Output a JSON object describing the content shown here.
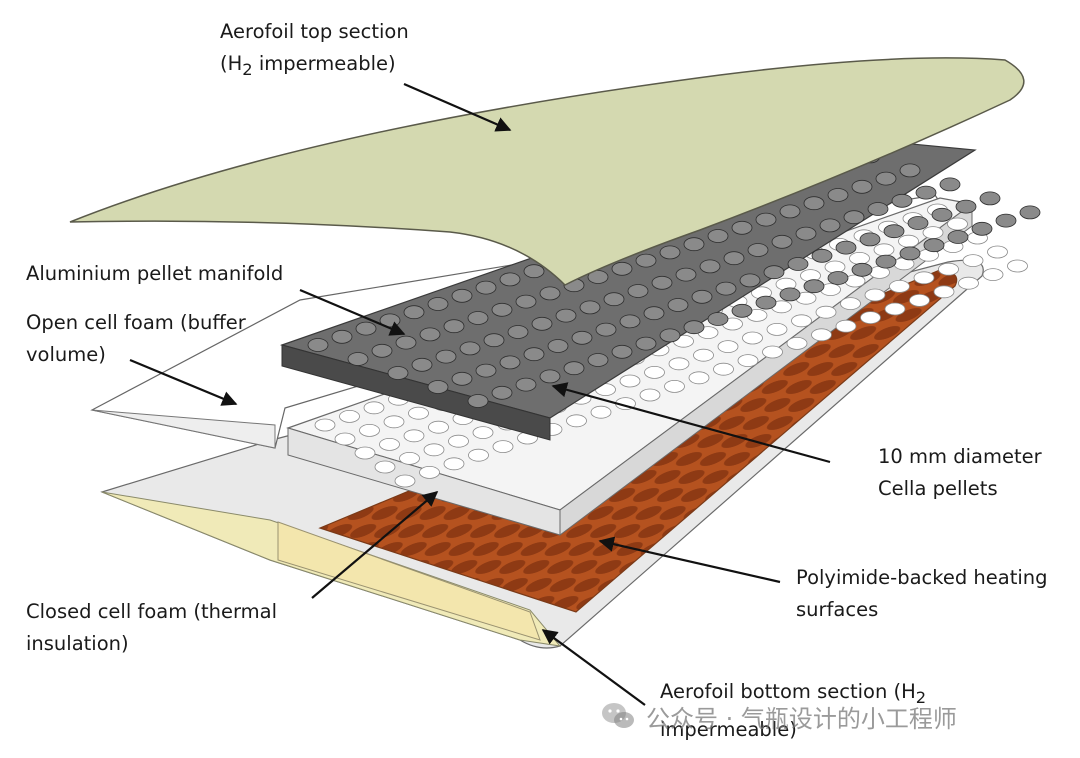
{
  "labels": {
    "aerofoil_top": {
      "line1": "Aerofoil top section",
      "line2_pre": "(H",
      "line2_sub": "2",
      "line2_post": " impermeable)"
    },
    "manifold": {
      "line1": "Aluminium pellet manifold"
    },
    "open_foam": {
      "line1": "Open cell foam (buffer",
      "line2": "volume)"
    },
    "pellets": {
      "line1": "10 mm diameter",
      "line2": "Cella pellets"
    },
    "heating": {
      "line1": "Polyimide-backed heating",
      "line2": "surfaces"
    },
    "closed_foam": {
      "line1": "Closed cell foam (thermal",
      "line2": "insulation)"
    },
    "aerofoil_bottom": {
      "line1_pre": "Aerofoil bottom section (H",
      "line1_sub": "2",
      "line2": "impermeable)"
    }
  },
  "watermark": {
    "text": "公众号 · 气瓶设计的小工程师"
  },
  "colors": {
    "top_skin": "#d4d9b0",
    "skin_stroke": "#5a5a4a",
    "manifold": "#6e6e6e",
    "manifold_dark": "#4a4a4a",
    "tray": "#f4f4f4",
    "heater": "#b5521f",
    "heater_dot": "#8e3a14",
    "insulation": "#f3e6ad",
    "arrow": "#111111"
  }
}
